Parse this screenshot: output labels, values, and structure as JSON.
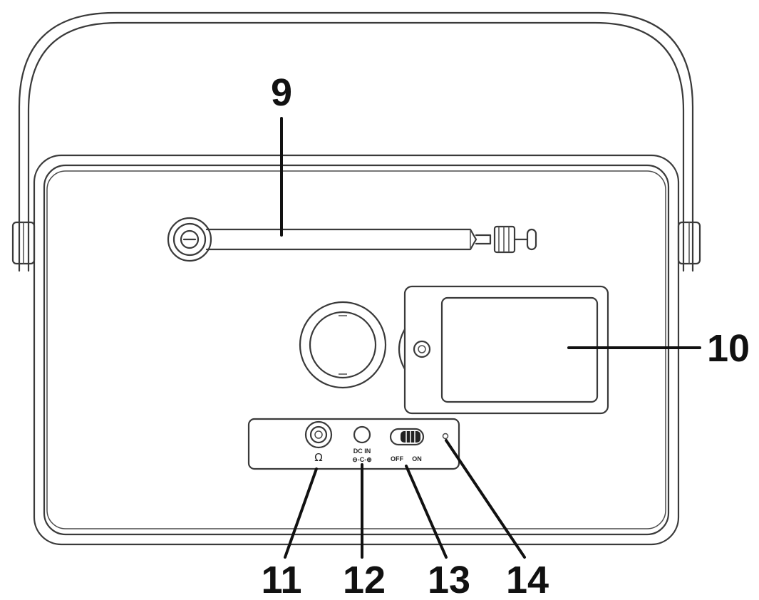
{
  "callouts": {
    "antenna": "9",
    "battery_cover": "10",
    "headphone_jack": "11",
    "dc_in": "12",
    "power_switch": "13",
    "indicator": "14"
  },
  "panel_labels": {
    "headphone_symbol": "Ω",
    "dc_in": "DC IN",
    "dc_polarity": "⊖-C-⊕",
    "switch_off": "OFF",
    "switch_on": "ON"
  }
}
